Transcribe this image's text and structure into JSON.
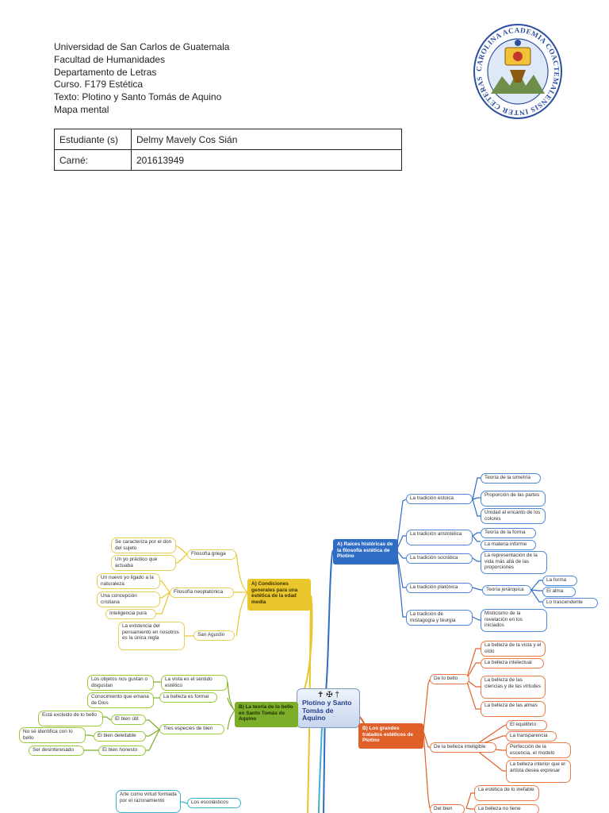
{
  "header": {
    "lines": [
      "Universidad de San Carlos de Guatemala",
      "Facultad de Humanidades",
      "Departamento de Letras",
      "Curso. F179 Estética",
      "Texto: Plotino y Santo Tomás de Aquino",
      "Mapa mental"
    ]
  },
  "seal": {
    "ring_text": "CAROLINA ACADEMIA COACTEMALENSIS INTER CETERAS ORBIS CONSPICUA"
  },
  "info_table": {
    "rows": [
      {
        "label": "Estudiante (s)",
        "value": "Delmy Mavely Cos Sián"
      },
      {
        "label": "Carné:",
        "value": "201613949"
      }
    ]
  },
  "mindmap": {
    "center_icons": "✝ ✠ †",
    "center": "Plotino y Santo Tomás de Aquino",
    "colors": {
      "yellow": "#e8c62c",
      "green": "#7cae2a",
      "blue": "#2f6cc4",
      "orange": "#e0602a",
      "cyan": "#3bb3c9"
    },
    "branch_a": {
      "title": "A) Condiciones generales para una estética de la edad media",
      "filosofia_griega": "Filosofía griega",
      "fg_items": [
        "Se caracteriza por el don del sujeto",
        "Un yo práctico que actuaba"
      ],
      "filosofia_neoplatonica": "Filosofía neoplatónica",
      "fn_items": [
        "Un nuevo yo ligado a la naturaleza",
        "Una concepción cristiana",
        "Inteligencia pura"
      ],
      "san_agustin": "San Agustín",
      "sa_items": [
        "La existencia del pensamiento en nosotros es la única regla"
      ]
    },
    "branch_b": {
      "title": "B) La teoría de lo bello en Santo Tomás de Aquino",
      "vista": "La vista es el sentido estético",
      "vista_item": "Los objetos nos gustan o disgustan",
      "belleza_formal": "La belleza es formal",
      "bf_item": "Conocimiento que emana de Dios",
      "tres_especies": "Tres especies de bien",
      "bien_util": "El bien útil",
      "bien_util_item": "Está excluido de lo bello",
      "bien_deleitable": "El bien deleitable",
      "bien_deleitable_item": "No sé identifica con lo bello",
      "bien_honesto": "El bien honesto",
      "bien_honesto_item": "Ser desinteresado"
    },
    "branch_c": {
      "escolasticos": "Los escolásticos",
      "esc_item": "Arte como virtud formada por el razonamiento"
    },
    "branch_raices": {
      "title": "A) Raíces históricas de la filosofía estética de Plotino",
      "estoica": "La tradición estoica",
      "estoica_items": [
        "Teoría de la simetría",
        "Proporción de las partes",
        "Unidad al encanto de los colores"
      ],
      "aristotelica": "La tradición aristotélica",
      "aristotelica_items": [
        "Teoría de la forma",
        "La materia informe"
      ],
      "socratica": "La tradición socrática",
      "socratica_item": "La representación de la vida más allá de las proporciones",
      "platonica": "La tradición platónica",
      "teoria_jerarquica": "Teoría jerárquica",
      "jerarquica_items": [
        "La forma",
        "El alma",
        "Lo trascendente"
      ],
      "mistagogia": "La tradición de mistagogía y teurgia",
      "mistagogia_item": "Misticismo de la revelación en los iniciados"
    },
    "branch_tratados": {
      "title": "B) Los grandes tratados estéticos de Plotino",
      "de_lo_bello": "De lo bello",
      "bello_items": [
        "La belleza de la vista y el oído",
        "La belleza intelectual",
        "La belleza de las ciencias y de las virtudes",
        "La belleza de las almas"
      ],
      "inteligible": "De la belleza inteligible",
      "inteligible_items": [
        "El equilibrio",
        "La transparencia",
        "Perfección de la escencia, el modelo",
        "La belleza interior que el artista desea expresar"
      ],
      "del_bien": "Del bien",
      "bien_items": [
        "La estética de lo inefable",
        "La belleza no tiene"
      ]
    }
  }
}
